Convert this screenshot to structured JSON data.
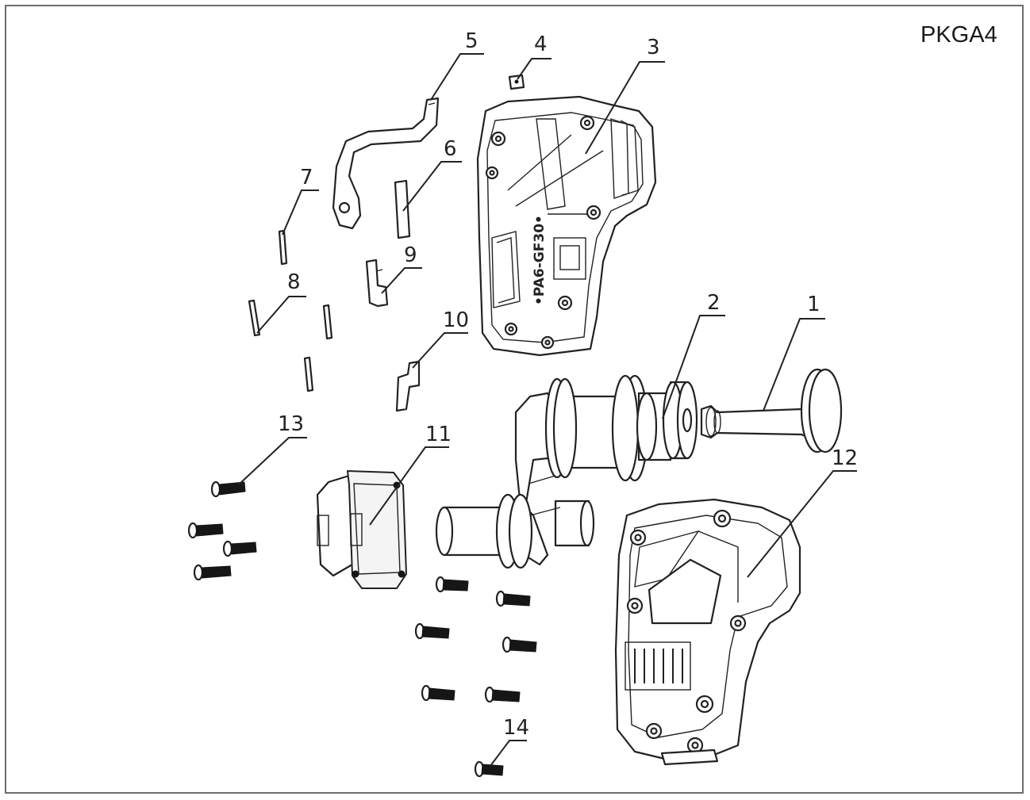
{
  "model_code": "PKGA4",
  "housing_stamp": "•PA6-GF30•",
  "callouts": [
    "1",
    "2",
    "3",
    "4",
    "5",
    "6",
    "7",
    "8",
    "9",
    "10",
    "11",
    "12",
    "13",
    "14"
  ],
  "colors": {
    "line": "#222222",
    "frame": "#6e6e6e",
    "background": "#ffffff"
  }
}
